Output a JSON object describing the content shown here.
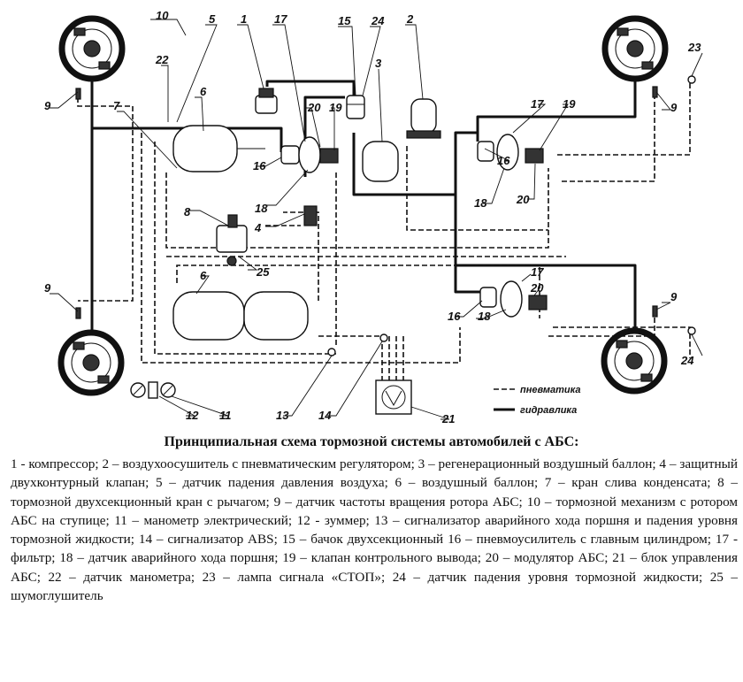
{
  "diagram": {
    "numbers": {
      "n1": "1",
      "n2": "2",
      "n3": "3",
      "n4": "4",
      "n5": "5",
      "n6a": "6",
      "n6b": "6",
      "n7": "7",
      "n8": "8",
      "n9a": "9",
      "n9b": "9",
      "n9c": "9",
      "n9d": "9",
      "n10": "10",
      "n11": "11",
      "n12": "12",
      "n13": "13",
      "n14": "14",
      "n15": "15",
      "n16a": "16",
      "n16b": "16",
      "n16c": "16",
      "n17a": "17",
      "n17b": "17",
      "n17c": "17",
      "n18a": "18",
      "n18b": "18",
      "n18c": "18",
      "n19a": "19",
      "n19b": "19",
      "n20a": "20",
      "n20b": "20",
      "n20c": "20",
      "n21": "21",
      "n22": "22",
      "n23": "23",
      "n24a": "24",
      "n24b": "24",
      "n25": "25"
    },
    "legend": {
      "pneumatic": "пневматика",
      "hydraulic": "гидравлика"
    }
  },
  "caption": {
    "title": "Принципиальная схема тормозной системы автомобилей с АБС:",
    "text": "1 - компрессор; 2 – воздухоосушитель с пневматическим регулятором; 3 – регенерационный воздушный баллон; 4 – защитный двухконтурный клапан; 5 – датчик падения давления воздуха; 6 – воздушный баллон; 7 – кран слива конденсата; 8 – тормозной двухсекционный кран с рычагом; 9 – датчик частоты вращения ротора АБС; 10 – тормозной механизм с ротором АБС на ступице; 11 – манометр электрический; 12 - зуммер; 13 – сигнализатор аварийного хода поршня и падения уровня тормозной жидкости; 14 – сигнализатор ABS; 15 – бачок двухсекционный 16 – пневмоусилитель с главным цилиндром; 17 - фильтр; 18 – датчик аварийного хода поршня; 19 – клапан контрольного вывода; 20 – модулятор АБС; 21 – блок управления АБС; 22 – датчик манометра; 23 – лампа сигнала «СТОП»; 24 – датчик падения уровня тормозной жидкости; 25 – шумоглушитель"
  }
}
